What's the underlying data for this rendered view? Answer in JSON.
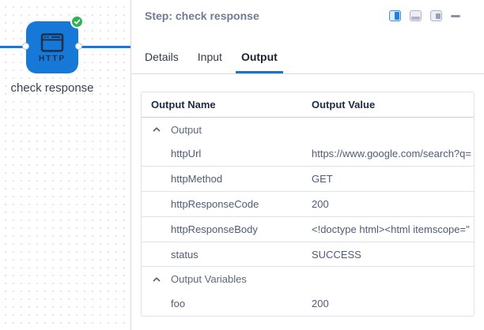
{
  "canvas": {
    "node": {
      "label": "check response",
      "type_label": "HTTP",
      "status": "success",
      "color": "#1779D7"
    }
  },
  "panel": {
    "title": "Step: check response",
    "window_controls": [
      {
        "name": "dock-right-icon",
        "active": true
      },
      {
        "name": "dock-bottom-icon",
        "active": false
      },
      {
        "name": "dock-float-icon",
        "active": false
      },
      {
        "name": "minimize-icon",
        "active": false
      }
    ],
    "tabs": [
      {
        "label": "Details",
        "active": false
      },
      {
        "label": "Input",
        "active": false
      },
      {
        "label": "Output",
        "active": true
      }
    ],
    "table": {
      "columns": [
        "Output Name",
        "Output Value"
      ],
      "rows": [
        {
          "type": "group",
          "name": "Output",
          "value": ""
        },
        {
          "type": "item",
          "name": "httpUrl",
          "value": "https://www.google.com/search?q="
        },
        {
          "type": "item",
          "name": "httpMethod",
          "value": "GET"
        },
        {
          "type": "item",
          "name": "httpResponseCode",
          "value": "200"
        },
        {
          "type": "item",
          "name": "httpResponseBody",
          "value": "<!doctype html><html itemscope=\""
        },
        {
          "type": "item",
          "name": "status",
          "value": "SUCCESS"
        },
        {
          "type": "group",
          "name": "Output Variables",
          "value": ""
        },
        {
          "type": "item",
          "name": "foo",
          "value": "200"
        }
      ]
    }
  },
  "colors": {
    "accent_blue": "#1779D7",
    "tab_underline_blue": "#1a73cf",
    "success_green": "#2DB351",
    "border_gray": "#dfe2ea",
    "text_slate": "#4f5b76"
  }
}
